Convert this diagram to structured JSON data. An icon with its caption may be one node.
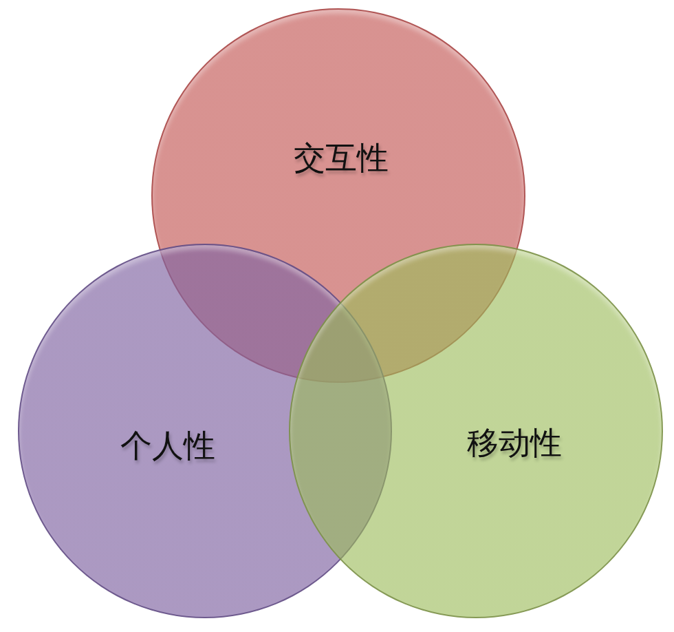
{
  "diagram": {
    "nodes": [
      {
        "text": [
          "交互性"
        ]
      },
      {
        "text": [
          "个人性"
        ]
      },
      {
        "text": [
          "移动性"
        ]
      }
    ]
  }
}
